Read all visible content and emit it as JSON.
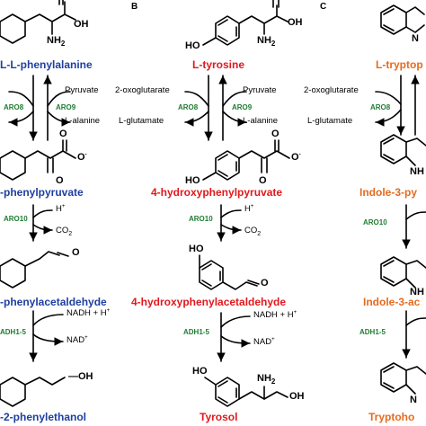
{
  "panels": [
    {
      "letter": "",
      "substrate": "L-phenylalanine",
      "step1": {
        "enzymes": [
          "ARO8",
          "ARO9"
        ],
        "left_in": "",
        "left_out": "",
        "right_in": "Pyruvate",
        "right_out": "L-alanine"
      },
      "intermediate1": "phenylpyruvate",
      "step2": {
        "enzyme": "ARO10",
        "h": "H",
        "co2": "CO"
      },
      "intermediate2": "phenylacetaldehyde",
      "step3": {
        "enzyme": "ADH1-5",
        "in": "NADH + H",
        "out": "NAD"
      },
      "product": "2-phenylethanol"
    },
    {
      "letter": "B",
      "substrate": "L-tyrosine",
      "step1": {
        "enzymes": [
          "ARO8",
          "ARO9"
        ],
        "left_in": "2-oxoglutarate",
        "left_out": "L-glutamate",
        "right_in": "Pyruvate",
        "right_out": "L-alanine"
      },
      "intermediate1": "4-hydroxyphenylpyruvate",
      "step2": {
        "enzyme": "ARO10",
        "h": "H",
        "co2": "CO"
      },
      "intermediate2": "4-hydroxyphenylacetaldehyde",
      "step3": {
        "enzyme": "ADH1-5",
        "in": "NADH + H",
        "out": "NAD"
      },
      "product": "Tyrosol"
    },
    {
      "letter": "C",
      "substrate": "L-tryptop",
      "step1": {
        "enzymes": [
          "ARO8"
        ],
        "left_in": "2-oxoglutarate",
        "left_out": "L-glutamate"
      },
      "intermediate1": "Indole-3-py",
      "step2": {
        "enzyme": "ARO10"
      },
      "intermediate2": "Indole-3-ac",
      "step3": {
        "enzyme": "ADH1-5"
      },
      "product": "Tryptoho"
    }
  ],
  "atoms": {
    "oh": "OH",
    "nh2": "NH",
    "o": "O",
    "ho": "HO",
    "nh": "N",
    "h": "H",
    "minus": "-",
    "plus": "+",
    "two": "2"
  }
}
